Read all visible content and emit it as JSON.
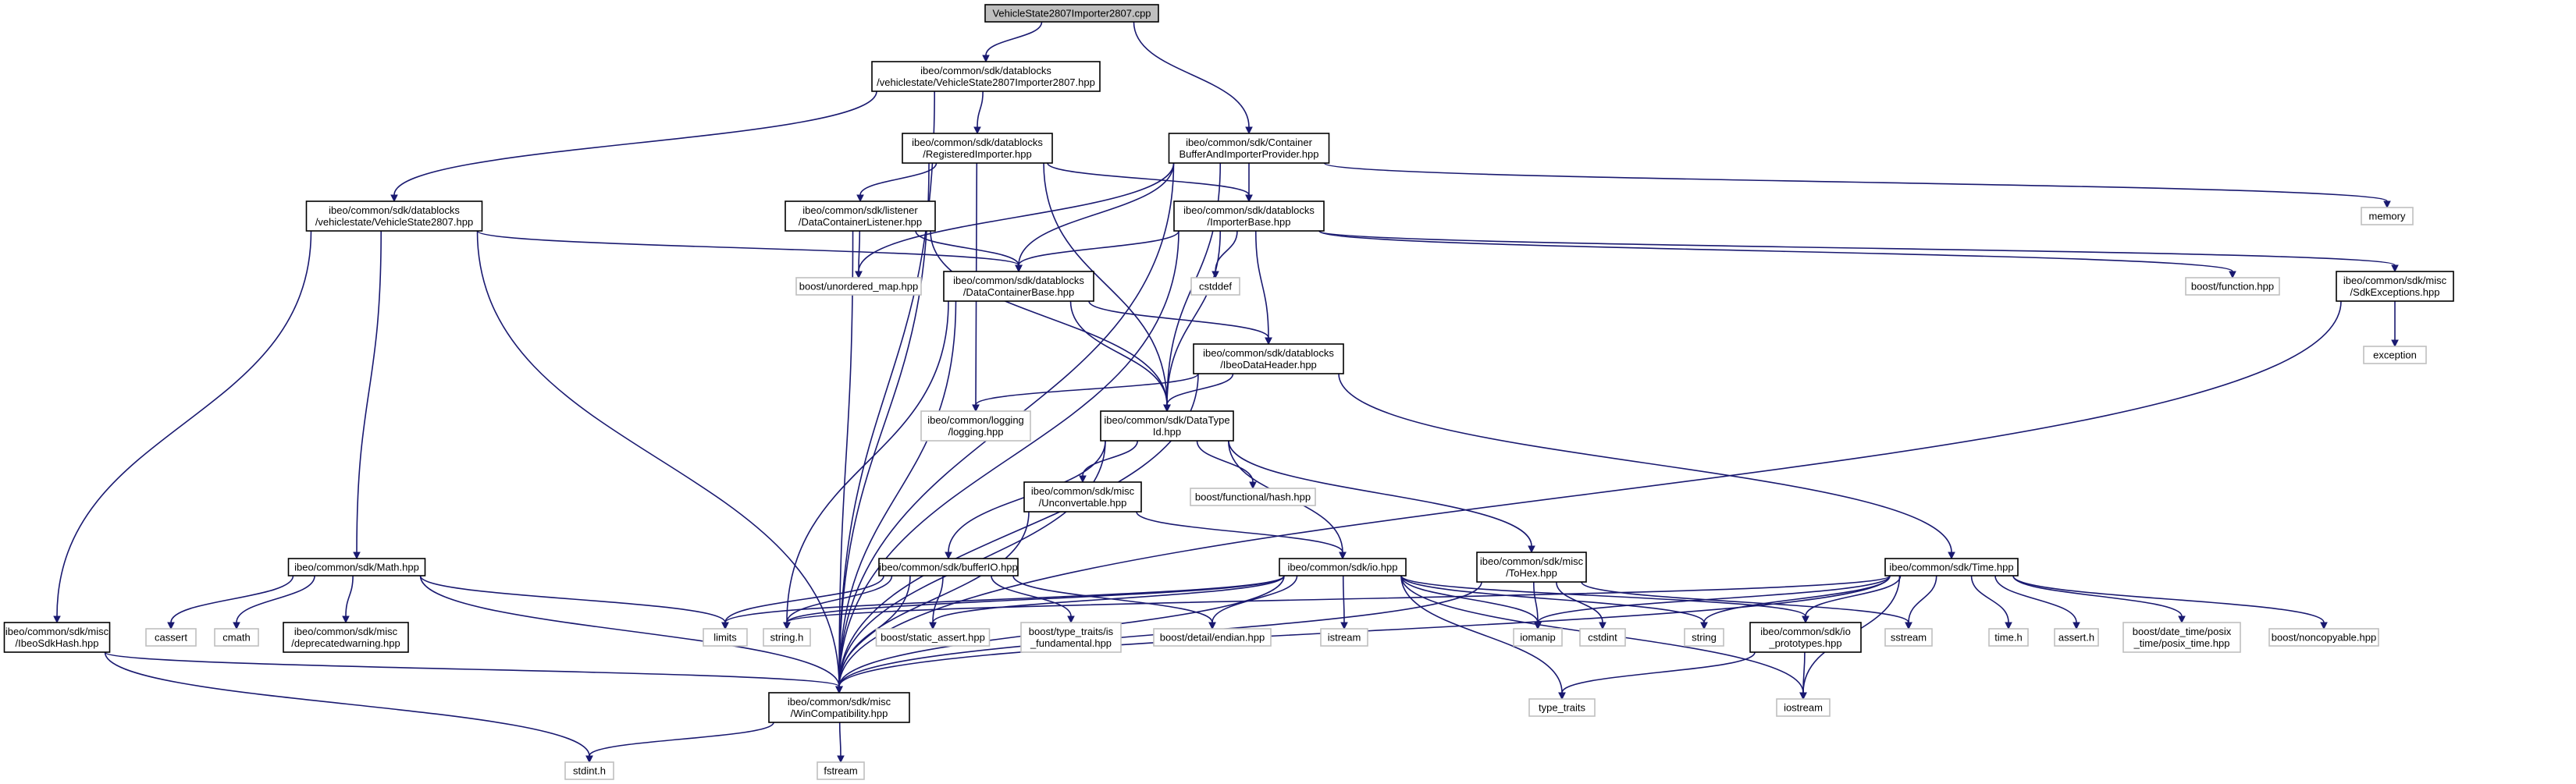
{
  "graph": {
    "nodes": {
      "root": {
        "lines": [
          "VehicleState2807Importer2807.cpp"
        ],
        "kind": "root"
      },
      "vsih": {
        "lines": [
          "ibeo/common/sdk/datablocks",
          "/vehiclestate/VehicleState2807Importer2807.hpp"
        ],
        "kind": "doc"
      },
      "cbip": {
        "lines": [
          "ibeo/common/sdk/Container",
          "BufferAndImporterProvider.hpp"
        ],
        "kind": "doc"
      },
      "regi": {
        "lines": [
          "ibeo/common/sdk/datablocks",
          "/RegisteredImporter.hpp"
        ],
        "kind": "doc"
      },
      "vs": {
        "lines": [
          "ibeo/common/sdk/datablocks",
          "/vehiclestate/VehicleState2807.hpp"
        ],
        "kind": "doc"
      },
      "dcl": {
        "lines": [
          "ibeo/common/sdk/listener",
          "/DataContainerListener.hpp"
        ],
        "kind": "doc"
      },
      "ib": {
        "lines": [
          "ibeo/common/sdk/datablocks",
          "/ImporterBase.hpp"
        ],
        "kind": "doc"
      },
      "mem": {
        "lines": [
          "memory"
        ],
        "kind": "sys"
      },
      "um": {
        "lines": [
          "boost/unordered_map.hpp"
        ],
        "kind": "sys"
      },
      "dcb": {
        "lines": [
          "ibeo/common/sdk/datablocks",
          "/DataContainerBase.hpp"
        ],
        "kind": "doc"
      },
      "csd": {
        "lines": [
          "cstddef"
        ],
        "kind": "sys"
      },
      "bfn": {
        "lines": [
          "boost/function.hpp"
        ],
        "kind": "sys"
      },
      "sdke": {
        "lines": [
          "ibeo/common/sdk/misc",
          "/SdkExceptions.hpp"
        ],
        "kind": "doc"
      },
      "exc": {
        "lines": [
          "exception"
        ],
        "kind": "sys"
      },
      "idh": {
        "lines": [
          "ibeo/common/sdk/datablocks",
          "/IbeoDataHeader.hpp"
        ],
        "kind": "doc"
      },
      "log": {
        "lines": [
          "ibeo/common/logging",
          "/logging.hpp"
        ],
        "kind": "sys"
      },
      "dti": {
        "lines": [
          "ibeo/common/sdk/DataType",
          "Id.hpp"
        ],
        "kind": "doc"
      },
      "unc": {
        "lines": [
          "ibeo/common/sdk/misc",
          "/Unconvertable.hpp"
        ],
        "kind": "doc"
      },
      "bfh": {
        "lines": [
          "boost/functional/hash.hpp"
        ],
        "kind": "sys"
      },
      "math": {
        "lines": [
          "ibeo/common/sdk/Math.hpp"
        ],
        "kind": "doc"
      },
      "bio": {
        "lines": [
          "ibeo/common/sdk/bufferIO.hpp"
        ],
        "kind": "doc"
      },
      "io": {
        "lines": [
          "ibeo/common/sdk/io.hpp"
        ],
        "kind": "doc"
      },
      "tohex": {
        "lines": [
          "ibeo/common/sdk/misc",
          "/ToHex.hpp"
        ],
        "kind": "doc"
      },
      "time": {
        "lines": [
          "ibeo/common/sdk/Time.hpp"
        ],
        "kind": "doc"
      },
      "ish": {
        "lines": [
          "ibeo/common/sdk/misc",
          "/IbeoSdkHash.hpp"
        ],
        "kind": "doc"
      },
      "cas": {
        "lines": [
          "cassert"
        ],
        "kind": "sys"
      },
      "cmath": {
        "lines": [
          "cmath"
        ],
        "kind": "sys"
      },
      "depw": {
        "lines": [
          "ibeo/common/sdk/misc",
          "/deprecatedwarning.hpp"
        ],
        "kind": "doc"
      },
      "lim": {
        "lines": [
          "limits"
        ],
        "kind": "sys"
      },
      "strh": {
        "lines": [
          "string.h"
        ],
        "kind": "sys"
      },
      "bsa": {
        "lines": [
          "boost/static_assert.hpp"
        ],
        "kind": "sys"
      },
      "btt": {
        "lines": [
          "boost/type_traits/is",
          "_fundamental.hpp"
        ],
        "kind": "sys"
      },
      "ben": {
        "lines": [
          "boost/detail/endian.hpp"
        ],
        "kind": "sys"
      },
      "ist": {
        "lines": [
          "istream"
        ],
        "kind": "sys"
      },
      "iom": {
        "lines": [
          "iomanip"
        ],
        "kind": "sys"
      },
      "cint": {
        "lines": [
          "cstdint"
        ],
        "kind": "sys"
      },
      "str": {
        "lines": [
          "string"
        ],
        "kind": "sys"
      },
      "iop": {
        "lines": [
          "ibeo/common/sdk/io",
          "_prototypes.hpp"
        ],
        "kind": "doc"
      },
      "sst": {
        "lines": [
          "sstream"
        ],
        "kind": "sys"
      },
      "timeh": {
        "lines": [
          "time.h"
        ],
        "kind": "sys"
      },
      "asrt": {
        "lines": [
          "assert.h"
        ],
        "kind": "sys"
      },
      "bdt": {
        "lines": [
          "boost/date_time/posix",
          "_time/posix_time.hpp"
        ],
        "kind": "sys"
      },
      "bnc": {
        "lines": [
          "boost/noncopyable.hpp"
        ],
        "kind": "sys"
      },
      "wc": {
        "lines": [
          "ibeo/common/sdk/misc",
          "/WinCompatibility.hpp"
        ],
        "kind": "doc"
      },
      "tt": {
        "lines": [
          "type_traits"
        ],
        "kind": "sys"
      },
      "ios": {
        "lines": [
          "iostream"
        ],
        "kind": "sys"
      },
      "sti": {
        "lines": [
          "stdint.h"
        ],
        "kind": "sys"
      },
      "fst": {
        "lines": [
          "fstream"
        ],
        "kind": "sys"
      }
    },
    "edges": [
      [
        "root",
        "vsih"
      ],
      [
        "root",
        "cbip"
      ],
      [
        "vsih",
        "regi"
      ],
      [
        "vsih",
        "vs"
      ],
      [
        "vsih",
        "wc"
      ],
      [
        "cbip",
        "ib"
      ],
      [
        "cbip",
        "dcb"
      ],
      [
        "cbip",
        "um"
      ],
      [
        "cbip",
        "mem"
      ],
      [
        "cbip",
        "dti"
      ],
      [
        "cbip",
        "wc"
      ],
      [
        "regi",
        "dcl"
      ],
      [
        "regi",
        "ib"
      ],
      [
        "regi",
        "wc"
      ],
      [
        "regi",
        "dti"
      ],
      [
        "regi",
        "log"
      ],
      [
        "vs",
        "dcb"
      ],
      [
        "vs",
        "math"
      ],
      [
        "vs",
        "ish"
      ],
      [
        "vs",
        "wc"
      ],
      [
        "dcl",
        "dcb"
      ],
      [
        "dcl",
        "um"
      ],
      [
        "dcl",
        "wc"
      ],
      [
        "dcl",
        "dti"
      ],
      [
        "ib",
        "dcb"
      ],
      [
        "ib",
        "idh"
      ],
      [
        "ib",
        "dti"
      ],
      [
        "ib",
        "csd"
      ],
      [
        "ib",
        "bfn"
      ],
      [
        "ib",
        "sdke"
      ],
      [
        "ib",
        "wc"
      ],
      [
        "dcb",
        "idh"
      ],
      [
        "dcb",
        "dti"
      ],
      [
        "dcb",
        "wc"
      ],
      [
        "dcb",
        "strh"
      ],
      [
        "sdke",
        "exc"
      ],
      [
        "sdke",
        "wc"
      ],
      [
        "idh",
        "dti"
      ],
      [
        "idh",
        "log"
      ],
      [
        "idh",
        "time"
      ],
      [
        "idh",
        "wc"
      ],
      [
        "dti",
        "unc"
      ],
      [
        "dti",
        "bfh"
      ],
      [
        "dti",
        "bio"
      ],
      [
        "dti",
        "io"
      ],
      [
        "dti",
        "tohex"
      ],
      [
        "dti",
        "wc"
      ],
      [
        "unc",
        "io"
      ],
      [
        "unc",
        "wc"
      ],
      [
        "math",
        "cas"
      ],
      [
        "math",
        "cmath"
      ],
      [
        "math",
        "depw"
      ],
      [
        "math",
        "lim"
      ],
      [
        "math",
        "wc"
      ],
      [
        "ish",
        "wc"
      ],
      [
        "ish",
        "sti"
      ],
      [
        "bio",
        "lim"
      ],
      [
        "bio",
        "strh"
      ],
      [
        "bio",
        "bsa"
      ],
      [
        "bio",
        "btt"
      ],
      [
        "bio",
        "ben"
      ],
      [
        "bio",
        "wc"
      ],
      [
        "io",
        "ist"
      ],
      [
        "io",
        "iom"
      ],
      [
        "io",
        "str"
      ],
      [
        "io",
        "iop"
      ],
      [
        "io",
        "tt"
      ],
      [
        "io",
        "ios"
      ],
      [
        "io",
        "wc"
      ],
      [
        "io",
        "ben"
      ],
      [
        "io",
        "bsa"
      ],
      [
        "io",
        "strh"
      ],
      [
        "io",
        "lim"
      ],
      [
        "tohex",
        "iom"
      ],
      [
        "tohex",
        "sst"
      ],
      [
        "tohex",
        "cint"
      ],
      [
        "tohex",
        "wc"
      ],
      [
        "time",
        "iom"
      ],
      [
        "time",
        "str"
      ],
      [
        "time",
        "sst"
      ],
      [
        "time",
        "timeh"
      ],
      [
        "time",
        "asrt"
      ],
      [
        "time",
        "bdt"
      ],
      [
        "time",
        "bnc"
      ],
      [
        "time",
        "iop"
      ],
      [
        "time",
        "ios"
      ],
      [
        "time",
        "wc"
      ],
      [
        "time",
        "strh"
      ],
      [
        "iop",
        "tt"
      ],
      [
        "iop",
        "ios"
      ],
      [
        "wc",
        "sti"
      ],
      [
        "wc",
        "fst"
      ]
    ]
  }
}
